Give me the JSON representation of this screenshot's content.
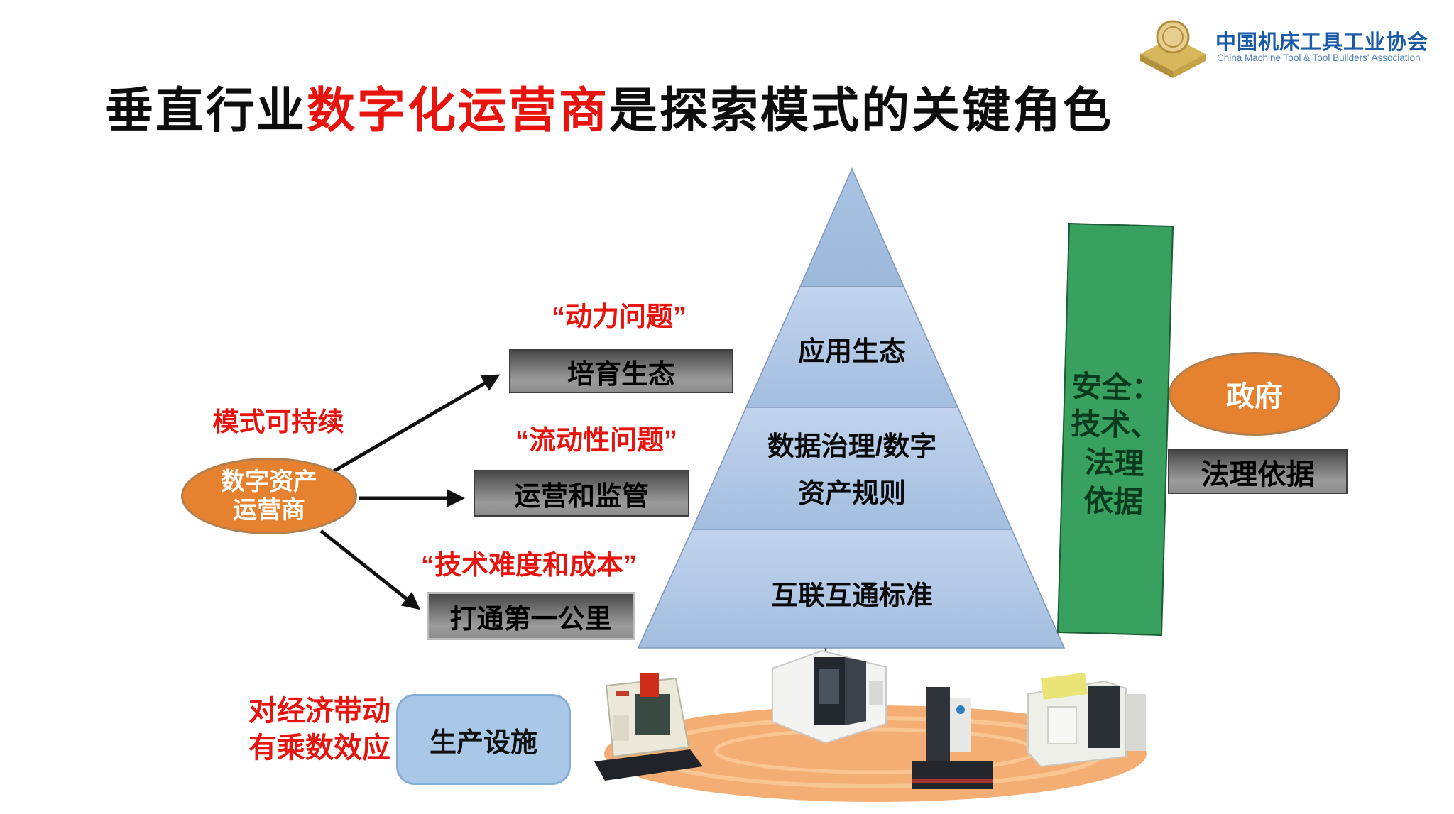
{
  "logo": {
    "icon": "gold-emblem-icon",
    "org_zh": "中国机床工具工业协会",
    "org_en": "China Machine Tool & Tool Builders'  Association"
  },
  "title": {
    "prefix": "垂直行业",
    "highlight": "数字化运营商",
    "suffix": "是探索模式的关键角色"
  },
  "operator": {
    "sustain_label": "模式可持续",
    "ellipse_line1": "数字资产",
    "ellipse_line2": "运营商"
  },
  "branches": [
    {
      "quote": "“动力问题”",
      "box": "培育生态"
    },
    {
      "quote": "“流动性问题”",
      "box": "运营和监管"
    },
    {
      "quote": "“技术难度和成本”",
      "box": "打通第一公里"
    }
  ],
  "pyramid": {
    "level_2": "应用生态",
    "level_3_line1": "数据治理/数字",
    "level_3_line2": "资产规则",
    "level_4": "互联互通标准"
  },
  "security": {
    "line1": "安全：",
    "line2": "技术、",
    "line3": "法理",
    "line4": "依据"
  },
  "government": {
    "ellipse": "政府",
    "legal_box": "法理依据"
  },
  "economy": {
    "label_line1": "对经济带动",
    "label_line2": "有乘数效应",
    "facility_box": "生产设施"
  },
  "colors": {
    "red_accent": "#e8130c",
    "orange_ellipse": "#e5812f",
    "green_bar": "#38a15f",
    "pyramid_blue": "#aec7e6",
    "gray_box_mid": "#8d8d8d",
    "platform_orange": "#f4ae74",
    "facility_blue": "#a9c7e6",
    "logo_blue": "#1a5ba6"
  }
}
